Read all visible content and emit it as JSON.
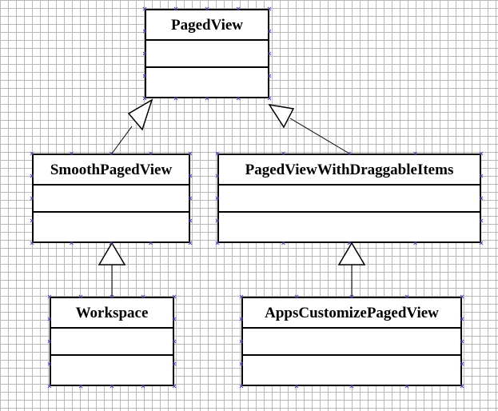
{
  "diagram": {
    "classes": [
      {
        "id": "pagedview",
        "name": "PagedView"
      },
      {
        "id": "smooth",
        "name": "SmoothPagedView"
      },
      {
        "id": "draggable",
        "name": "PagedViewWithDraggableItems"
      },
      {
        "id": "workspace",
        "name": "Workspace"
      },
      {
        "id": "apps",
        "name": "AppsCustomizePagedView"
      }
    ],
    "relations": [
      {
        "type": "generalization",
        "from": "SmoothPagedView",
        "to": "PagedView"
      },
      {
        "type": "generalization",
        "from": "PagedViewWithDraggableItems",
        "to": "PagedView"
      },
      {
        "type": "generalization",
        "from": "Workspace",
        "to": "SmoothPagedView"
      },
      {
        "type": "generalization",
        "from": "AppsCustomizePagedView",
        "to": "PagedViewWithDraggableItems"
      }
    ],
    "colors": {
      "line": "#000000",
      "grid": "#b9b9b9",
      "background": "#ffffff",
      "handle": "#4a4ab0"
    }
  }
}
